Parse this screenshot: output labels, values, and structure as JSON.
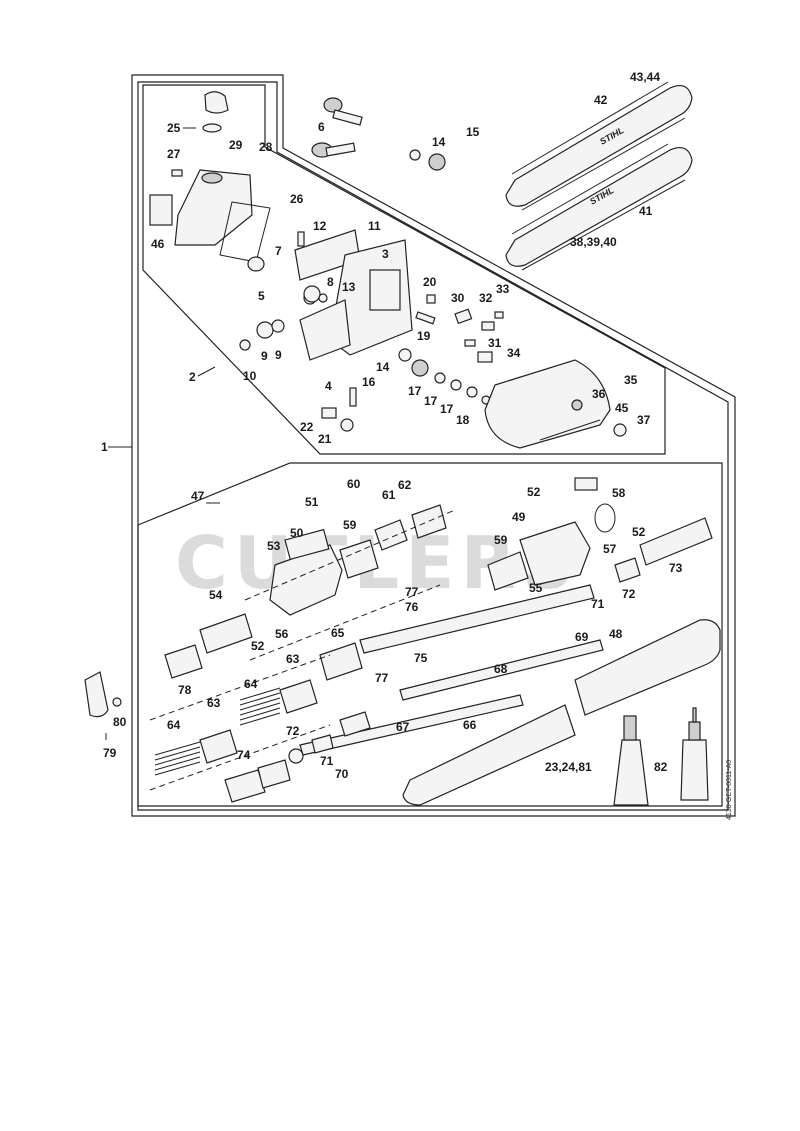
{
  "watermark": "CUTLERS",
  "drawing_code": "4138-GET-0011-A0",
  "brand": "STIHL",
  "labels": {
    "l1": "1",
    "l2": "2",
    "l3": "3",
    "l4": "4",
    "l5": "5",
    "l6": "6",
    "l7": "7",
    "l8": "8",
    "l9a": "9",
    "l9b": "9",
    "l10": "10",
    "l11": "11",
    "l12": "12",
    "l13": "13",
    "l14a": "14",
    "l14b": "14",
    "l15": "15",
    "l16": "16",
    "l17a": "17",
    "l17b": "17",
    "l17c": "17",
    "l18": "18",
    "l19": "19",
    "l20": "20",
    "l21": "21",
    "l22": "22",
    "l25": "25",
    "l26": "26",
    "l27": "27",
    "l28": "28",
    "l29": "29",
    "l30": "30",
    "l31": "31",
    "l32": "32",
    "l33": "33",
    "l34": "34",
    "l35": "35",
    "l36": "36",
    "l37": "37",
    "l383940": "38,39,40",
    "l41": "41",
    "l42": "42",
    "l4344": "43,44",
    "l45": "45",
    "l46": "46",
    "l47": "47",
    "l48": "48",
    "l49": "49",
    "l50": "50",
    "l51": "51",
    "l52a": "52",
    "l52b": "52",
    "l52c": "52",
    "l53": "53",
    "l54": "54",
    "l55": "55",
    "l56": "56",
    "l57": "57",
    "l58": "58",
    "l59a": "59",
    "l59b": "59",
    "l60": "60",
    "l61": "61",
    "l62": "62",
    "l63a": "63",
    "l63b": "63",
    "l64a": "64",
    "l64b": "64",
    "l65": "65",
    "l66": "66",
    "l67": "67",
    "l68": "68",
    "l69": "69",
    "l70": "70",
    "l71a": "71",
    "l71b": "71",
    "l72a": "72",
    "l72b": "72",
    "l73": "73",
    "l74": "74",
    "l75": "75",
    "l76": "76",
    "l77a": "77",
    "l77b": "77",
    "l78": "78",
    "l79": "79",
    "l80": "80",
    "l232481": "23,24,81",
    "l82": "82"
  }
}
